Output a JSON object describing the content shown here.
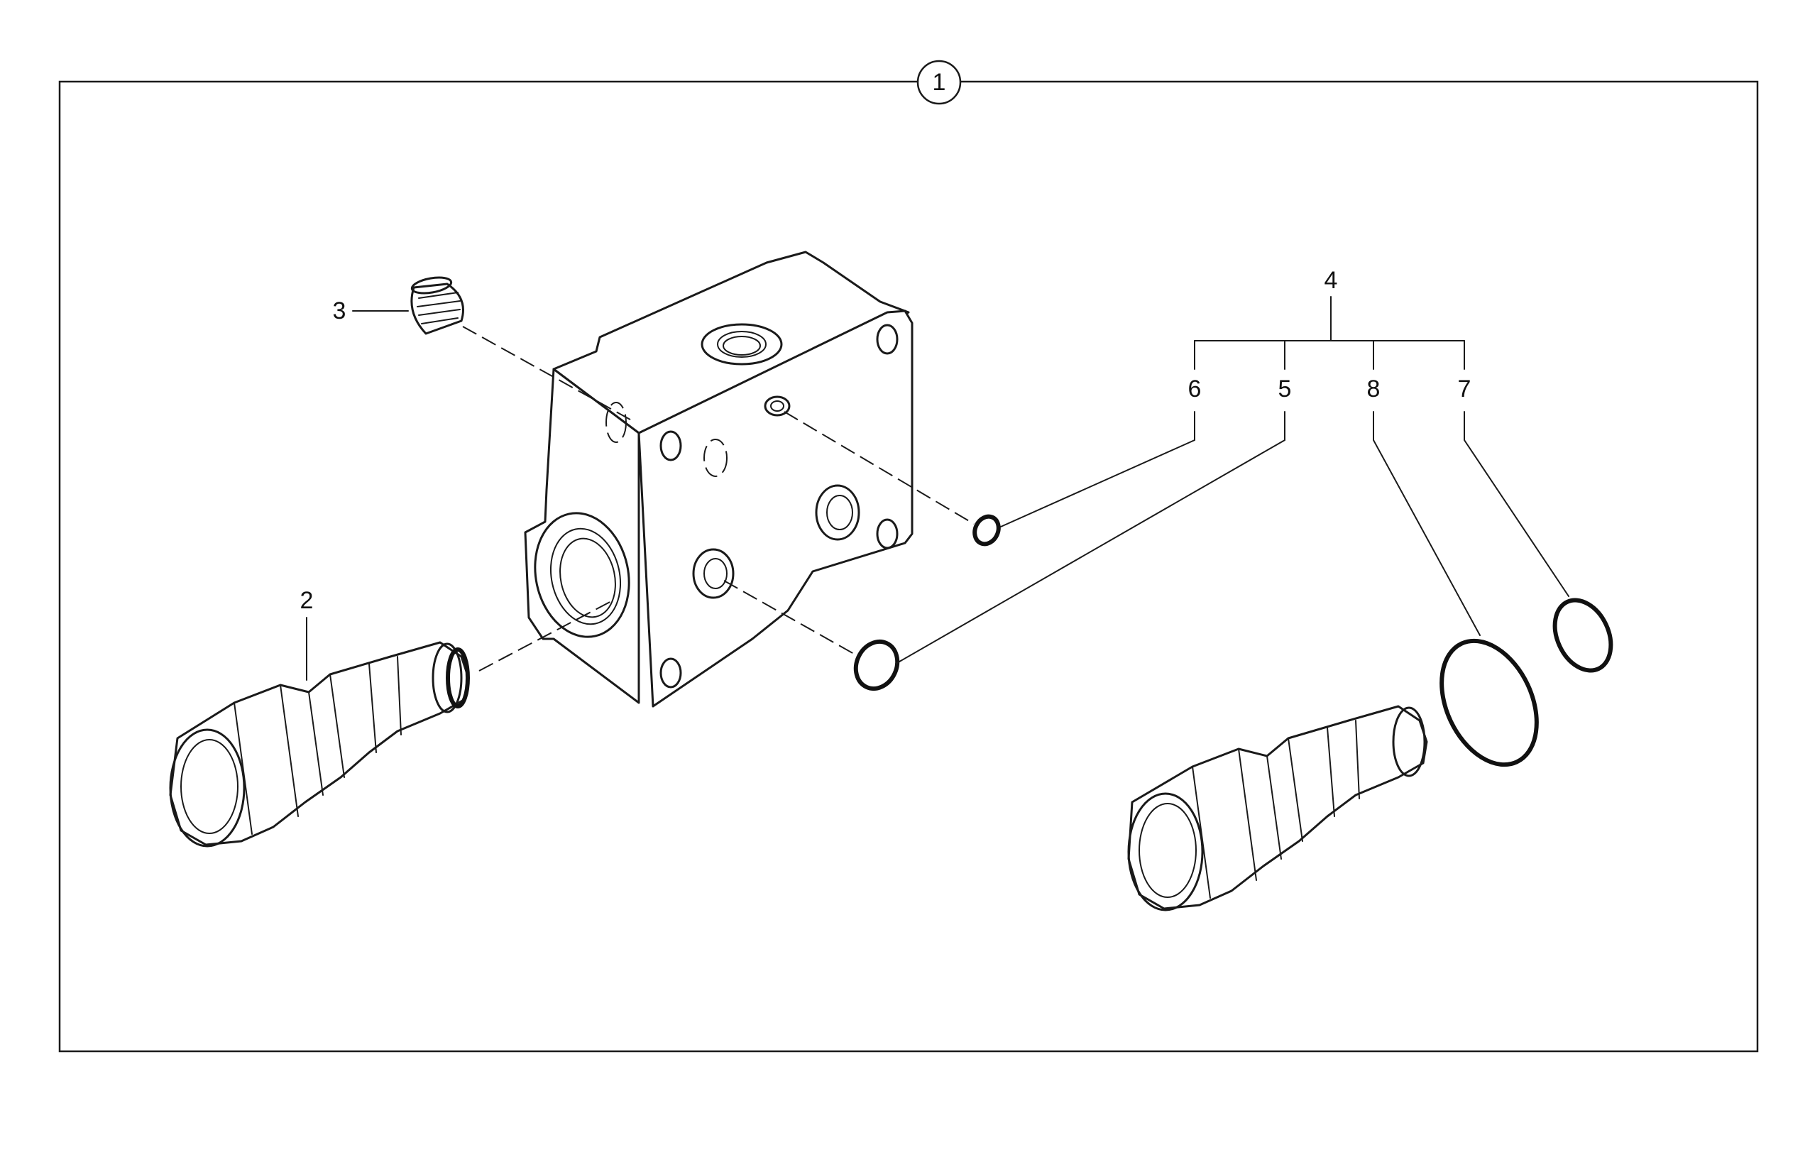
{
  "frame": {
    "assembly_callout": "1"
  },
  "callouts": {
    "relief_valve": "2",
    "plug": "3",
    "seal_kit": "4",
    "oring_large_port": "5",
    "oring_small_port": "6",
    "ring_small": "7",
    "ring_large": "8"
  }
}
